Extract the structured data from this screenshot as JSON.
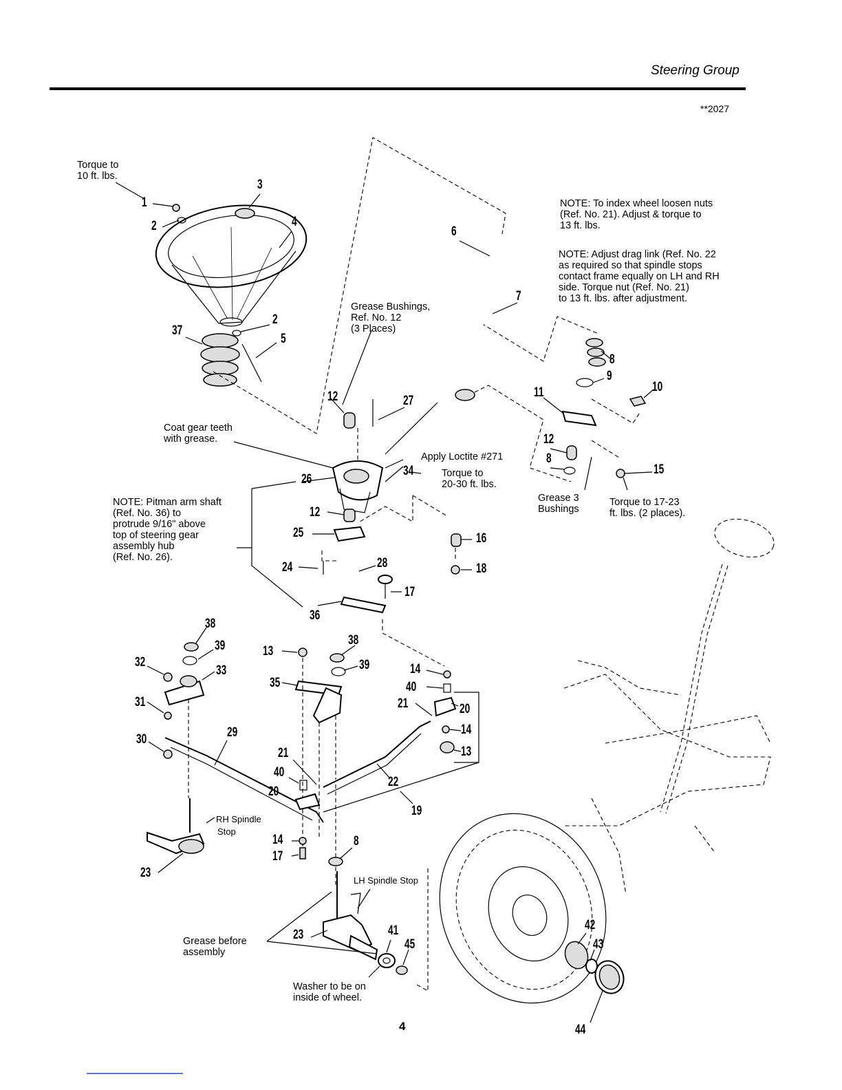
{
  "header": {
    "section_title": "Steering Group",
    "model_code": "**2027"
  },
  "notes": {
    "torque_wheel_nut": [
      "Torque to",
      "10 ft. lbs."
    ],
    "index_wheel": [
      "NOTE: To index wheel loosen nuts",
      "(Ref. No. 21). Adjust & torque to",
      "13 ft. lbs."
    ],
    "drag_link": [
      "NOTE: Adjust drag link (Ref. No. 22",
      "as required so that spindle stops",
      "contact frame equally on LH and RH",
      "side. Torque nut (Ref. No. 21)",
      "to 13 ft. lbs. after adjustment."
    ],
    "grease_bushings": [
      "Grease Bushings,",
      "Ref. No. 12",
      "(3 Places)"
    ],
    "coat_gear": [
      "Coat gear teeth",
      "with grease."
    ],
    "loctite": "Apply Loctite #271",
    "torque_20_30": [
      "Torque to",
      "20-30 ft. lbs."
    ],
    "grease_3_bushings": [
      "Grease 3",
      "Bushings"
    ],
    "torque_17_23": [
      "Torque to 17-23",
      "ft. lbs. (2 places)."
    ],
    "pitman": [
      "NOTE: Pitman arm shaft",
      "(Ref. No. 36) to",
      "protrude 9/16\" above",
      "top of steering gear",
      "assembly hub",
      "(Ref. No. 26)."
    ],
    "rh_spindle_stop": [
      "RH Spindle",
      "Stop"
    ],
    "lh_spindle_stop": "LH Spindle Stop",
    "grease_before": [
      "Grease before",
      "assembly"
    ],
    "washer_inside": [
      "Washer to be on",
      "inside of wheel."
    ]
  },
  "callouts": [
    {
      "id": "c1",
      "text": "1"
    },
    {
      "id": "c2a",
      "text": "2"
    },
    {
      "id": "c3",
      "text": "3"
    },
    {
      "id": "c4",
      "text": "4"
    },
    {
      "id": "c2b",
      "text": "2"
    },
    {
      "id": "c5",
      "text": "5"
    },
    {
      "id": "c37",
      "text": "37"
    },
    {
      "id": "c6",
      "text": "6"
    },
    {
      "id": "c7",
      "text": "7"
    },
    {
      "id": "c8a",
      "text": "8"
    },
    {
      "id": "c9",
      "text": "9"
    },
    {
      "id": "c10",
      "text": "10"
    },
    {
      "id": "c11",
      "text": "11"
    },
    {
      "id": "c12a",
      "text": "12"
    },
    {
      "id": "c27",
      "text": "27"
    },
    {
      "id": "c12b",
      "text": "12"
    },
    {
      "id": "c8b",
      "text": "8"
    },
    {
      "id": "c15",
      "text": "15"
    },
    {
      "id": "c26",
      "text": "26"
    },
    {
      "id": "c34",
      "text": "34"
    },
    {
      "id": "c12c",
      "text": "12"
    },
    {
      "id": "c25",
      "text": "25"
    },
    {
      "id": "c16",
      "text": "16"
    },
    {
      "id": "c24",
      "text": "24"
    },
    {
      "id": "c28",
      "text": "28"
    },
    {
      "id": "c18",
      "text": "18"
    },
    {
      "id": "c17a",
      "text": "17"
    },
    {
      "id": "c36",
      "text": "36"
    },
    {
      "id": "c38a",
      "text": "38"
    },
    {
      "id": "c39a",
      "text": "39"
    },
    {
      "id": "c32",
      "text": "32"
    },
    {
      "id": "c33",
      "text": "33"
    },
    {
      "id": "c13a",
      "text": "13"
    },
    {
      "id": "c38b",
      "text": "38"
    },
    {
      "id": "c39b",
      "text": "39"
    },
    {
      "id": "c14a",
      "text": "14"
    },
    {
      "id": "c35",
      "text": "35"
    },
    {
      "id": "c40a",
      "text": "40"
    },
    {
      "id": "c31",
      "text": "31"
    },
    {
      "id": "c21a",
      "text": "21"
    },
    {
      "id": "c20a",
      "text": "20"
    },
    {
      "id": "c30",
      "text": "30"
    },
    {
      "id": "c29",
      "text": "29"
    },
    {
      "id": "c14b",
      "text": "14"
    },
    {
      "id": "c13b",
      "text": "13"
    },
    {
      "id": "c21b",
      "text": "21"
    },
    {
      "id": "c40b",
      "text": "40"
    },
    {
      "id": "c22",
      "text": "22"
    },
    {
      "id": "c20b",
      "text": "20"
    },
    {
      "id": "c19",
      "text": "19"
    },
    {
      "id": "c14c",
      "text": "14"
    },
    {
      "id": "c8c",
      "text": "8"
    },
    {
      "id": "c17b",
      "text": "17"
    },
    {
      "id": "c23a",
      "text": "23"
    },
    {
      "id": "c23b",
      "text": "23"
    },
    {
      "id": "c41",
      "text": "41"
    },
    {
      "id": "c45",
      "text": "45"
    },
    {
      "id": "c42",
      "text": "42"
    },
    {
      "id": "c43",
      "text": "43"
    },
    {
      "id": "c44",
      "text": "44"
    }
  ],
  "footer": {
    "page_number": "4"
  }
}
